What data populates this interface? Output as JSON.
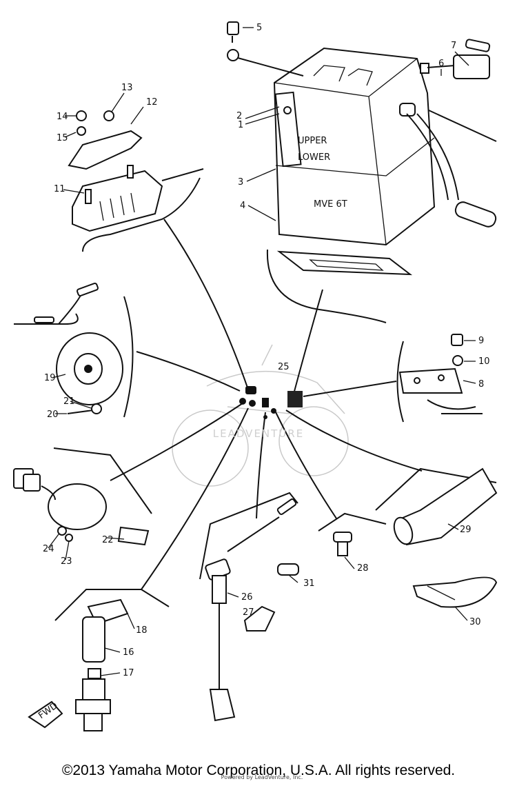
{
  "diagram": {
    "part_numbers": [
      "1",
      "2",
      "3",
      "4",
      "5",
      "6",
      "7",
      "8",
      "9",
      "10",
      "11",
      "12",
      "13",
      "14",
      "15",
      "16",
      "17",
      "18",
      "19",
      "20",
      "21",
      "22",
      "23",
      "24",
      "25",
      "26",
      "27",
      "28",
      "29",
      "30",
      "31"
    ],
    "battery_labels": {
      "upper": "UPPER",
      "lower": "LOWER",
      "model": "MVE 6T"
    },
    "watermark": "LEADVENTURE",
    "fwd_label": "FWD"
  },
  "footer": {
    "copyright": "©2013 Yamaha Motor Corporation, U.S.A. All rights reserved.",
    "small_print": "Powered by LeadVenture, Inc."
  }
}
